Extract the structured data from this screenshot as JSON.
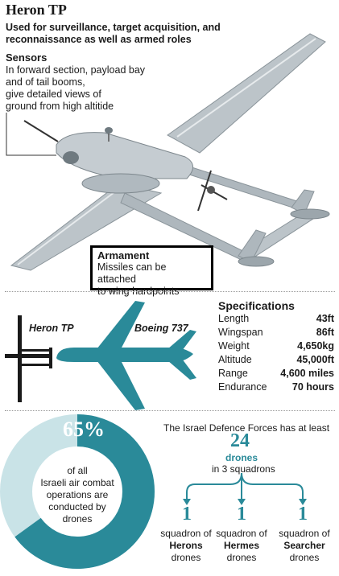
{
  "header": {
    "title": "Heron TP",
    "subtitle": "Used for surveillance, target acquisition, and reconnaissance as well as armed roles"
  },
  "sensors": {
    "heading": "Sensors",
    "lines": [
      "In forward section, payload bay",
      "and of tail booms,",
      "give detailed views of",
      "ground from high altitide"
    ]
  },
  "armament": {
    "heading": "Armament",
    "lines": [
      "Missiles can be attached",
      "to wing hardpoints"
    ]
  },
  "comparison": {
    "heron_label": "Heron TP",
    "boeing_label": "Boeing 737"
  },
  "specifications": {
    "heading": "Specifications",
    "rows": [
      {
        "label": "Length",
        "value": "43ft"
      },
      {
        "label": "Wingspan",
        "value": "86ft"
      },
      {
        "label": "Weight",
        "value": "4,650kg"
      },
      {
        "label": "Altitude",
        "value": "45,000ft"
      },
      {
        "label": "Range",
        "value": "4,600 miles"
      },
      {
        "label": "Endurance",
        "value": "70 hours"
      }
    ]
  },
  "donut": {
    "percent": "65%",
    "fraction": 0.65,
    "lines": [
      "of all",
      "Israeli air combat",
      "operations are",
      "conducted by",
      "drones"
    ]
  },
  "squadrons": {
    "intro": "The Israel Defence Forces has at least",
    "total": "24",
    "total_label": "drones",
    "squadrons_label": "in 3 squadrons",
    "items": [
      {
        "count": "1",
        "line1": "squadron of",
        "name": "Herons",
        "line3": "drones"
      },
      {
        "count": "1",
        "line1": "squadron of",
        "name": "Hermes",
        "line3": "drones"
      },
      {
        "count": "1",
        "line1": "squadron of",
        "name": "Searcher",
        "line3": "drones"
      }
    ]
  },
  "colors": {
    "teal": "#2a8a99",
    "teal_light": "#c9e3e7",
    "aircraft_grey": "#bcc4c9",
    "dark": "#1a1a1a"
  }
}
